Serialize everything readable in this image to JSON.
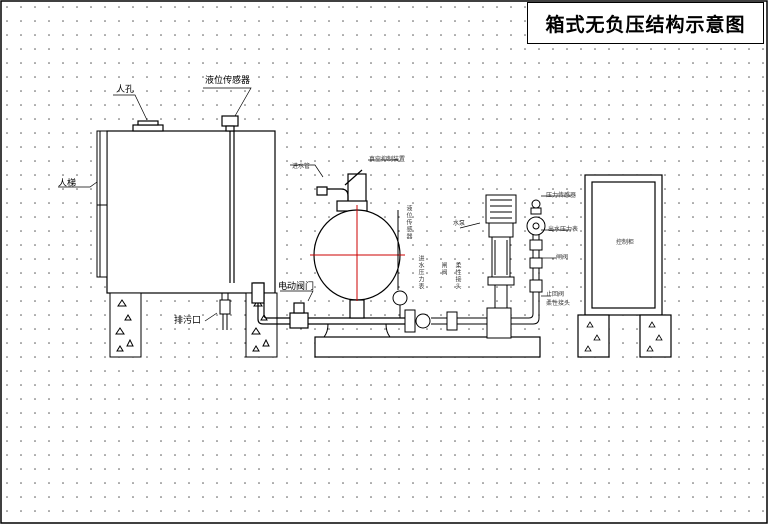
{
  "title": "箱式无负压结构示意图",
  "labels": {
    "manhole": "人孔",
    "level_sensor": "液位传感器",
    "ladder": "人梯",
    "drain": "排污口",
    "electric_valve": "电动阀门",
    "inlet_pipe": "进水管",
    "vacuum_suppressor": "真空抑制装置",
    "tank_pressure_sensor": "液位传感器",
    "inlet_pressure_gauge": "进水压力表",
    "pump": "水泵",
    "gate_valve": "闸阀",
    "flexible_joint": "柔性接头",
    "pressure_sensor": "压力传感器",
    "outlet_pressure_gauge": "出水压力表",
    "outlet_gate_valve": "闸阀",
    "check_valve": "止回阀",
    "outlet_flexible_joint": "柔性接头",
    "control_cabinet": "控制柜"
  },
  "colors": {
    "line": "#000000",
    "crosshair": "#cc0000",
    "grid_dot": "#555555"
  }
}
